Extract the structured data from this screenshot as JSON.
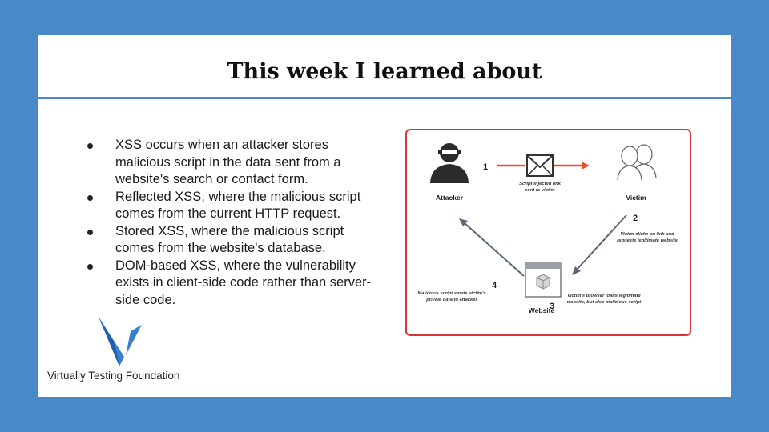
{
  "slide": {
    "title": "This week I learned about",
    "bullets": [
      "XSS occurs when an attacker stores malicious script in the data sent from a website's search or contact form.",
      "Reflected XSS, where the malicious script comes from the current HTTP request.",
      "Stored XSS, where the malicious script comes from the website's database.",
      "DOM-based XSS, where the vulnerability exists in client-side code rather than server-side code."
    ],
    "organization": "Virtually Testing Foundation"
  },
  "diagram": {
    "attacker_label": "Attacker",
    "victim_label": "Victim",
    "website_label": "Website",
    "step1": "1",
    "step2": "2",
    "step3": "3",
    "step4": "4",
    "note1_line1": "Script-injected link",
    "note1_line2": "sent to victim",
    "note2_line1": "Victim clicks on link and",
    "note2_line2": "requests legitimate website",
    "note3_line1": "Victim's browser loads legitimate",
    "note3_line2": "website, but also malicious script",
    "note4_line1": "Malicious script sends victim's",
    "note4_line2": "private data to attacker"
  },
  "colors": {
    "background": "#4a89c8",
    "frame": "#d9343a",
    "arrow_red": "#e8502a",
    "arrow_gray": "#5a6672",
    "logo_blue": "#3b7fcf"
  }
}
